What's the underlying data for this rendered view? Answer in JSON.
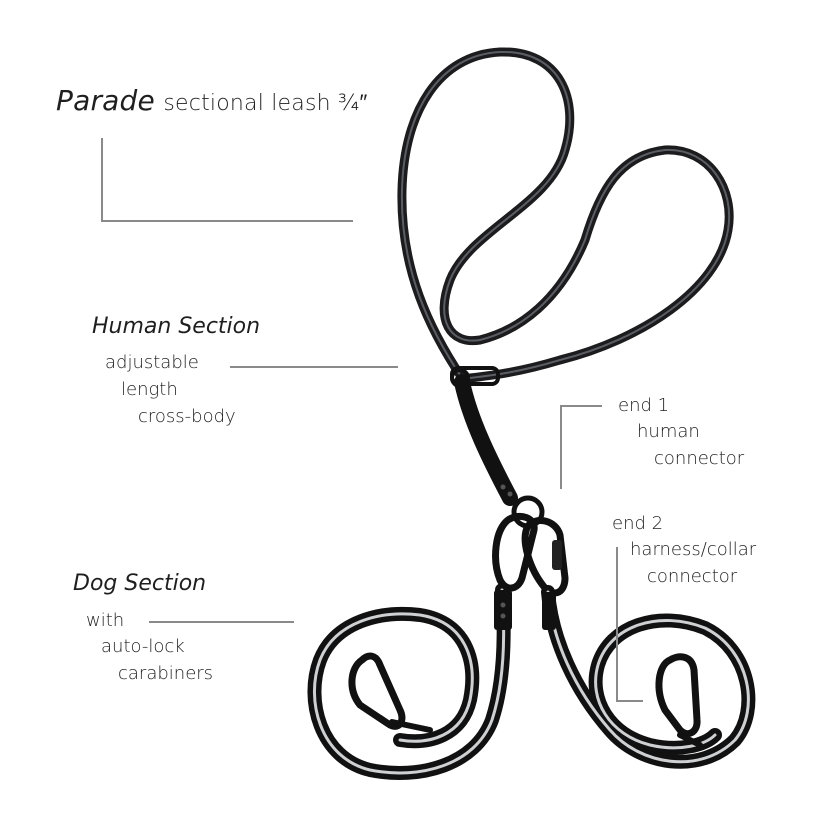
{
  "title": {
    "brand": "Parade",
    "rest": "sectional leash ¾″"
  },
  "human_section": {
    "heading": "Human Section",
    "lines": [
      "adjustable",
      "length",
      "cross-body"
    ]
  },
  "end1": {
    "lines": [
      "end 1",
      "human",
      "connector"
    ]
  },
  "end2": {
    "lines": [
      "end 2",
      "harness/collar",
      "connector"
    ]
  },
  "dog_section": {
    "heading": "Dog Section",
    "lines": [
      "with",
      "auto-lock",
      "carabiners"
    ]
  },
  "colors": {
    "background": "#ffffff",
    "text": "#1f1f1f",
    "leader_line": "#8a8a8a",
    "leash": "#1c1c1e",
    "leash_edge": "#5a5d63"
  },
  "photo": {
    "subject": "black leash with two coiled dog sections and auto-lock carabiners"
  }
}
